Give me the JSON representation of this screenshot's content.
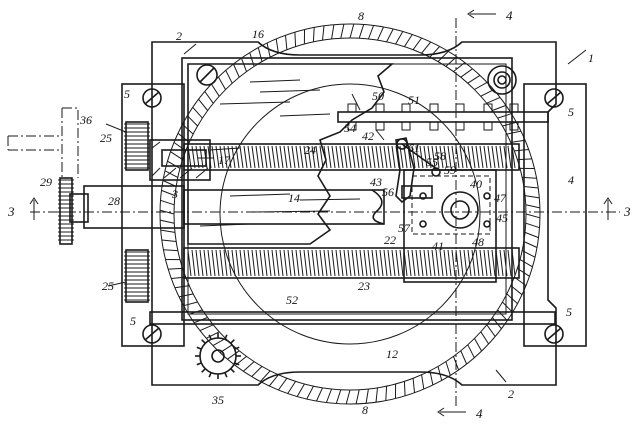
{
  "figure": {
    "reference_numerals": [
      {
        "id": "n1",
        "text": "1"
      },
      {
        "id": "n2a",
        "text": "2"
      },
      {
        "id": "n2b",
        "text": "2"
      },
      {
        "id": "n3",
        "text": "3"
      },
      {
        "id": "n4a",
        "text": "4"
      },
      {
        "id": "n5a",
        "text": "5"
      },
      {
        "id": "n5b",
        "text": "5"
      },
      {
        "id": "n5c",
        "text": "5"
      },
      {
        "id": "n5d",
        "text": "5"
      },
      {
        "id": "n8a",
        "text": "8"
      },
      {
        "id": "n8b",
        "text": "8"
      },
      {
        "id": "n12",
        "text": "12"
      },
      {
        "id": "n14",
        "text": "14"
      },
      {
        "id": "n16",
        "text": "16"
      },
      {
        "id": "n17",
        "text": "17"
      },
      {
        "id": "n22",
        "text": "22"
      },
      {
        "id": "n23",
        "text": "23"
      },
      {
        "id": "n24",
        "text": "24"
      },
      {
        "id": "n25a",
        "text": "25"
      },
      {
        "id": "n25b",
        "text": "25"
      },
      {
        "id": "n28",
        "text": "28"
      },
      {
        "id": "n29",
        "text": "29"
      },
      {
        "id": "n35",
        "text": "35"
      },
      {
        "id": "n36",
        "text": "36"
      },
      {
        "id": "n40",
        "text": "40"
      },
      {
        "id": "n41",
        "text": "41"
      },
      {
        "id": "n42",
        "text": "42"
      },
      {
        "id": "n43",
        "text": "43"
      },
      {
        "id": "n45",
        "text": "45"
      },
      {
        "id": "n47",
        "text": "47"
      },
      {
        "id": "n48",
        "text": "48"
      },
      {
        "id": "n50",
        "text": "50"
      },
      {
        "id": "n51",
        "text": "51"
      },
      {
        "id": "n52",
        "text": "52"
      },
      {
        "id": "n54",
        "text": "54"
      },
      {
        "id": "n55",
        "text": "55"
      },
      {
        "id": "n56",
        "text": "56"
      },
      {
        "id": "n57",
        "text": "57"
      },
      {
        "id": "n58",
        "text": "58"
      },
      {
        "id": "n59",
        "text": "59"
      },
      {
        "id": "n61",
        "text": "61"
      }
    ],
    "section_markers": [
      {
        "id": "s3l",
        "text": "3"
      },
      {
        "id": "s3r",
        "text": "3"
      },
      {
        "id": "s4t",
        "text": "4"
      },
      {
        "id": "s4b",
        "text": "4"
      }
    ],
    "ink_color": "#1a1a1a",
    "paper_color": "#ffffff"
  }
}
